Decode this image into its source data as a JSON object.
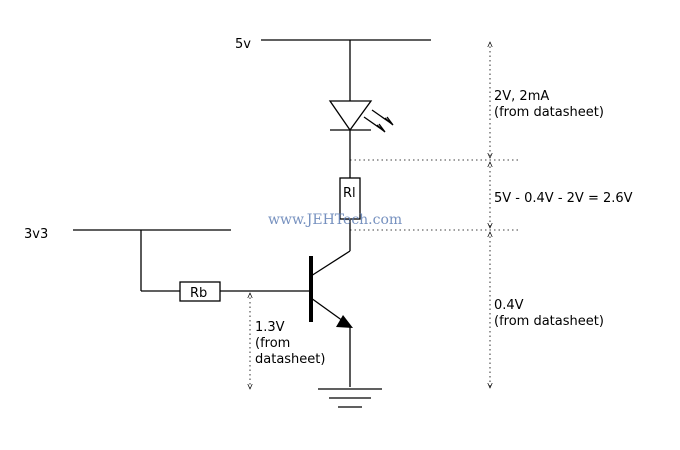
{
  "supply": {
    "v5": "5v",
    "v3v3": "3v3"
  },
  "components": {
    "resistor_load": "Rl",
    "resistor_base": "Rb"
  },
  "annotations": {
    "led_drop": [
      "2V, 2mA",
      "(from datasheet)"
    ],
    "rl_drop": "5V - 0.4V - 2V = 2.6V",
    "vce": [
      "0.4V",
      "(from datasheet)"
    ],
    "vbe": [
      "1.3V",
      "(from",
      "datasheet)"
    ]
  },
  "watermark": "www.JEHTech.com",
  "colors": {
    "line": "#000000",
    "watermark": "#5f7eb5",
    "background": "#ffffff"
  }
}
